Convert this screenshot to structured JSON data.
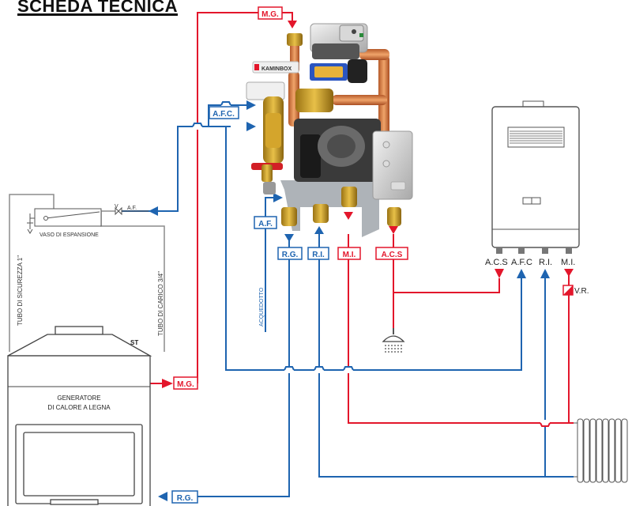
{
  "title": "SCHEDA TECNICA",
  "colors": {
    "red": "#e3162b",
    "blue": "#1e64b0",
    "gray": "#8c8c8c",
    "dark": "#333333"
  },
  "labels": {
    "mg_top": "M.G.",
    "afc_left": "A.F.C.",
    "af_left": "A.F.",
    "rg_mid": "R.G.",
    "ri_mid": "R.I.",
    "mi_mid": "M.I.",
    "acs_mid": "A.C.S",
    "mg_gen": "M.G.",
    "rg_gen": "R.G."
  },
  "boiler_ports": [
    "A.C.S",
    "A.F.C",
    "R.I.",
    "M.I."
  ],
  "vr": "V.R.",
  "vaso": "VASO DI ESPANSIONE",
  "af_small": "A.F.",
  "v_small": "V",
  "tubo_sicurezza": "TUBO DI SICUREZZA 1\"",
  "tubo_carico": "TUBO DI CARICO 3/4\"",
  "acquedotto": "ACQUEDOTTO",
  "generator": {
    "st": "ST",
    "line1": "GENERATORE",
    "line2": "DI CALORE A LEGNA"
  },
  "brand": "KAMINBOX"
}
